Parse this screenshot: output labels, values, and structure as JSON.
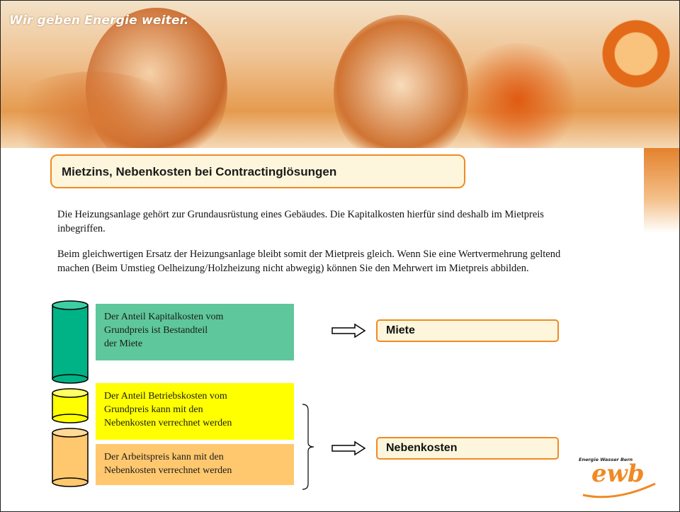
{
  "header": {
    "tagline": "Wir geben Energie weiter."
  },
  "title": "Mietzins, Nebenkosten bei Contractinglösungen",
  "paragraphs": [
    "Die Heizungsanlage gehört zur Grundausrüstung eines Gebäudes. Die Kapitalkosten hierfür sind deshalb im Mietpreis inbegriffen.",
    "Beim gleichwertigen Ersatz der Heizungsanlage bleibt somit der Mietpreis gleich. Wenn Sie eine Wertvermehrung geltend machen (Beim Umstieg Oelheizung/Holzheizung nicht abwegig) können Sie den Mehrwert im Mietpreis abbilden."
  ],
  "blocks": [
    {
      "text_lines": [
        "Der Anteil Kapitalkosten vom",
        "Grundpreis ist Bestandteil",
        "der Miete"
      ],
      "color": "#5ec79b"
    },
    {
      "text_lines": [
        "Der Anteil Betriebskosten vom",
        "Grundpreis kann mit den",
        "Nebenkosten verrechnet werden"
      ],
      "color": "#ffff00"
    },
    {
      "text_lines": [
        "Der Arbeitspreis kann mit den",
        "Nebenkosten verrechnet werden"
      ],
      "color": "#ffc86e"
    }
  ],
  "results": {
    "miete": "Miete",
    "nebenkosten": "Nebenkosten"
  },
  "logo": {
    "small_text": "Energie Wasser Bern",
    "big_text": "ewb"
  },
  "colors": {
    "accent": "#f08a24",
    "box_fill": "#fdf6dc",
    "cyl_green": "#00b386",
    "cyl_yellow": "#ffff00",
    "cyl_orange": "#ffc86e"
  }
}
